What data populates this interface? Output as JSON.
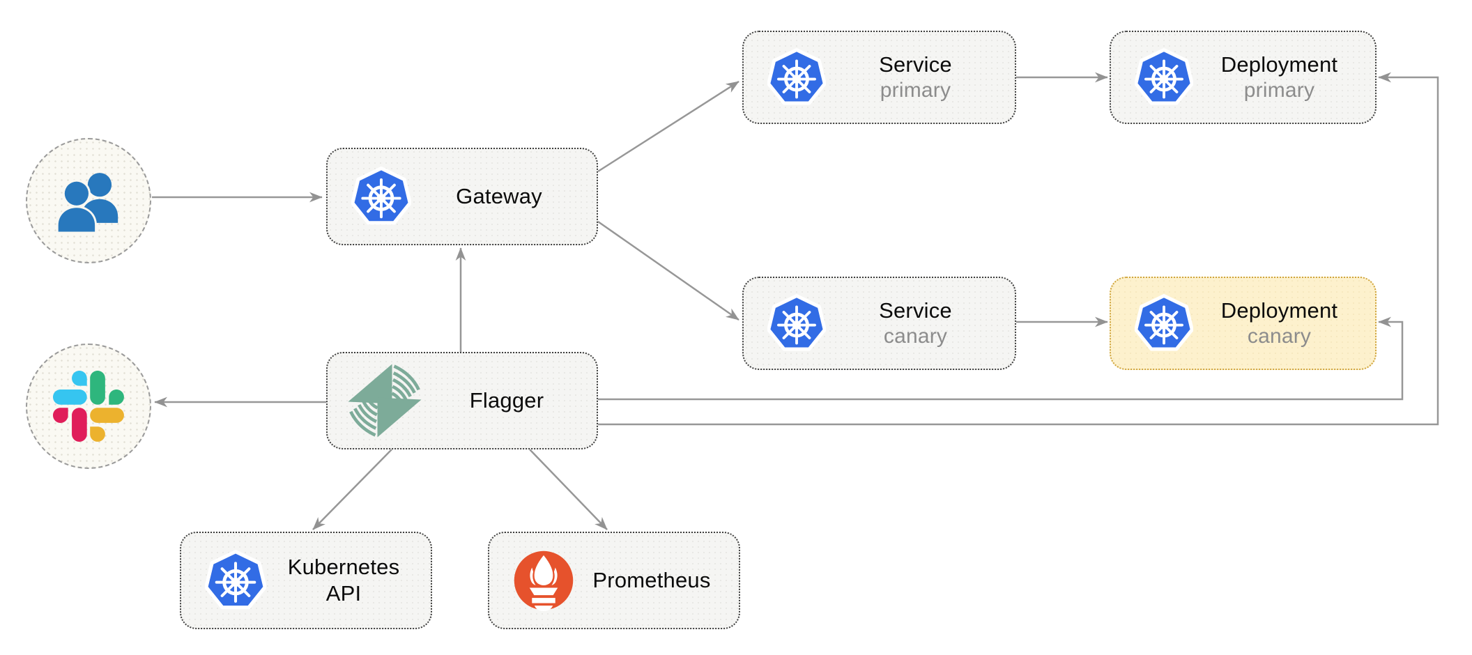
{
  "nodes": {
    "users": {
      "icon": "users-icon"
    },
    "gateway": {
      "label": "Gateway",
      "icon": "kubernetes-icon"
    },
    "service_primary": {
      "label": "Service",
      "sublabel": "primary",
      "icon": "kubernetes-icon"
    },
    "deployment_primary": {
      "label": "Deployment",
      "sublabel": "primary",
      "icon": "kubernetes-icon"
    },
    "service_canary": {
      "label": "Service",
      "sublabel": "canary",
      "icon": "kubernetes-icon"
    },
    "deployment_canary": {
      "label": "Deployment",
      "sublabel": "canary",
      "icon": "kubernetes-icon",
      "highlighted": true
    },
    "flagger": {
      "label": "Flagger",
      "icon": "flagger-icon"
    },
    "slack": {
      "icon": "slack-icon"
    },
    "kubernetes_api": {
      "label": "Kubernetes API",
      "icon": "kubernetes-icon"
    },
    "prometheus": {
      "label": "Prometheus",
      "icon": "prometheus-icon"
    }
  },
  "edges": [
    {
      "from": "users",
      "to": "gateway"
    },
    {
      "from": "gateway",
      "to": "service_primary"
    },
    {
      "from": "gateway",
      "to": "service_canary"
    },
    {
      "from": "service_primary",
      "to": "deployment_primary"
    },
    {
      "from": "service_canary",
      "to": "deployment_canary"
    },
    {
      "from": "flagger",
      "to": "gateway"
    },
    {
      "from": "flagger",
      "to": "slack"
    },
    {
      "from": "flagger",
      "to": "deployment_canary"
    },
    {
      "from": "flagger",
      "to": "deployment_primary"
    },
    {
      "from": "flagger",
      "to": "kubernetes_api"
    },
    {
      "from": "flagger",
      "to": "prometheus"
    }
  ],
  "colors": {
    "kubernetes_blue": "#326ce5",
    "flagger_green": "#7dab99",
    "prometheus_orange": "#e6522c",
    "users_blue": "#2878bd",
    "slack_blue": "#36C5F0",
    "slack_green": "#2EB67D",
    "slack_red": "#E01E5A",
    "slack_yellow": "#ECB22E",
    "node_background": "#f5f5f3",
    "canary_highlight_background": "#fdf1cd",
    "canary_highlight_border": "#cfa43c",
    "edge_gray": "#979797"
  }
}
